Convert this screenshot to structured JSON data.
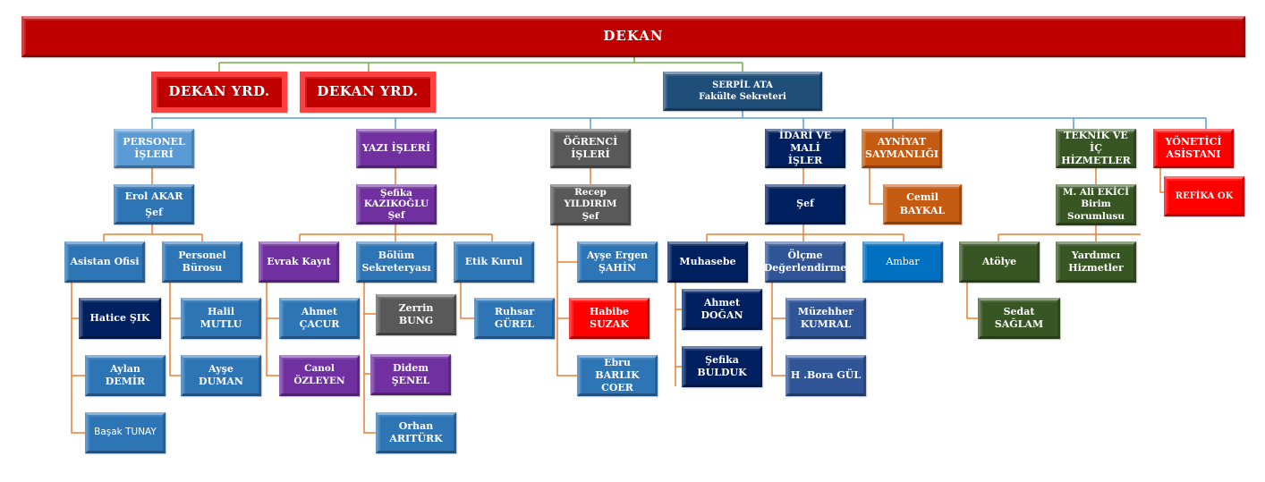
{
  "title": "DEKAN",
  "deputies": [
    "DEKAN YRD.",
    "DEKAN YRD."
  ],
  "secretary": {
    "name": "SERPİL ATA",
    "role": "Fakülte Sekreteri"
  },
  "departments": {
    "personel": {
      "title": "PERSONEL\nİŞLERİ",
      "chief": "Erol AKAR\nŞef",
      "units": [
        {
          "title": "Asistan Ofisi",
          "staff": [
            "Hatice ŞIK",
            "Aylan DEMİR",
            "Başak TUNAY"
          ]
        },
        {
          "title": "Personel\nBürosu",
          "staff": [
            "Halil MUTLU",
            "Ayşe DUMAN"
          ]
        }
      ]
    },
    "yazi": {
      "title": "YAZI İŞLERİ",
      "chief": "Şefika\nKAZIKOĞLU\nŞef",
      "units": [
        {
          "title": "Evrak Kayıt",
          "staff": [
            "Ahmet ÇACUR",
            "Canol ÖZLEYEN"
          ]
        },
        {
          "title": "Bölüm\nSekreteryası",
          "staff": [
            "Zerrin BUNG",
            "Didem ŞENEL",
            "Orhan\nARITÜRK"
          ]
        },
        {
          "title": "Etik Kurul",
          "staff": [
            "Ruhsar GÜREL"
          ]
        }
      ]
    },
    "ogrenci": {
      "title": "ÖĞRENCİ\nİŞLERİ",
      "chief": "Recep\nYILDIRIM\nŞef",
      "staff": [
        "Ayşe Ergen\nŞAHİN",
        "Habibe SUZAK",
        "Ebru BARLIK\nCOER"
      ]
    },
    "idari": {
      "title": "İDARİ VE MALİ\nİŞLER",
      "chief": "Şef",
      "units": [
        {
          "title": "Muhasebe",
          "staff": [
            "Ahmet DOĞAN",
            "Şefika BULDUK"
          ]
        },
        {
          "title": "Ölçme\nDeğerlendirme",
          "staff": [
            "Müzehher\nKUMRAL",
            "H .Bora GÜL"
          ]
        },
        {
          "title": "Ambar",
          "staff": []
        }
      ]
    },
    "ayniyat": {
      "title": "AYNİYAT\nSAYMANLIĞI",
      "staff": [
        "Cemil BAYKAL"
      ]
    },
    "teknik": {
      "title": "TEKNİK VE İÇ\nHİZMETLER",
      "chief": "M. Ali EKİCİ\nBirim\nSorumlusu",
      "units": [
        {
          "title": "Atölye",
          "staff": [
            "Sedat SAĞLAM"
          ]
        },
        {
          "title": "Yardımcı\nHizmetler",
          "staff": []
        }
      ]
    },
    "yonetici": {
      "title": "YÖNETİCİ\nASİSTANI",
      "staff": [
        "REFİKA OK"
      ]
    }
  },
  "colors": {
    "dekan": "#c00000",
    "secretary": "#1f4e79",
    "connector_top": "#70ad47",
    "connector_mid": "#5b9bd5",
    "connector_low": "#ed7d31"
  }
}
